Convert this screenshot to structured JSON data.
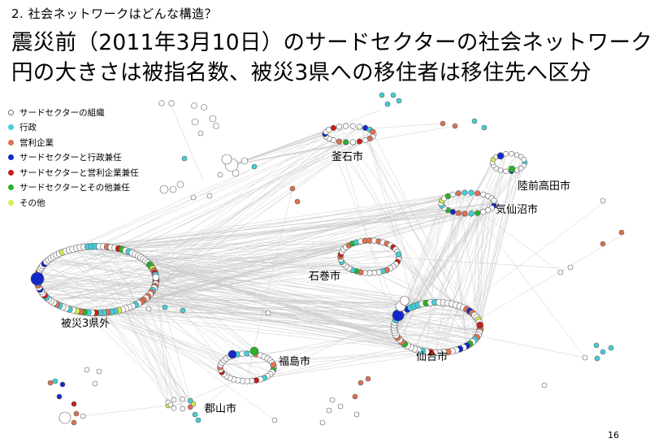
{
  "slide": {
    "section_label": "2. 社会ネットワークはどんな構造？",
    "title_line1": "震災前（2011年3月10日）のサードセクターの社会ネットワーク",
    "title_line2": "円の大きさは被指名数、被災3県への移住者は移住先へ区分",
    "page_number": "16"
  },
  "legend": {
    "items": [
      {
        "label": "サードセクターの組織",
        "color": "#ffffff"
      },
      {
        "label": "行政",
        "color": "#40d0d8"
      },
      {
        "label": "営利企業",
        "color": "#e07050"
      },
      {
        "label": "サードセクターと行政兼任",
        "color": "#1428c8"
      },
      {
        "label": "サードセクターと営利企業兼任",
        "color": "#c81e1e"
      },
      {
        "label": "サードセクターとその他兼任",
        "color": "#28b428"
      },
      {
        "label": "その他",
        "color": "#d4f050"
      }
    ]
  },
  "clusters": {
    "kamaishi": {
      "label": "釜石市"
    },
    "rikuzentakata": {
      "label": "陸前高田市"
    },
    "kesennuma": {
      "label": "気仙沼市"
    },
    "ishinomaki": {
      "label": "石巻市"
    },
    "outside": {
      "label": "被災3県外"
    },
    "sendai": {
      "label": "仙台市"
    },
    "fukushima": {
      "label": "福島市"
    },
    "koriyama": {
      "label": "郡山市"
    }
  },
  "colors": {
    "edge": "#c8c8c8",
    "node_stroke": "#606060"
  }
}
